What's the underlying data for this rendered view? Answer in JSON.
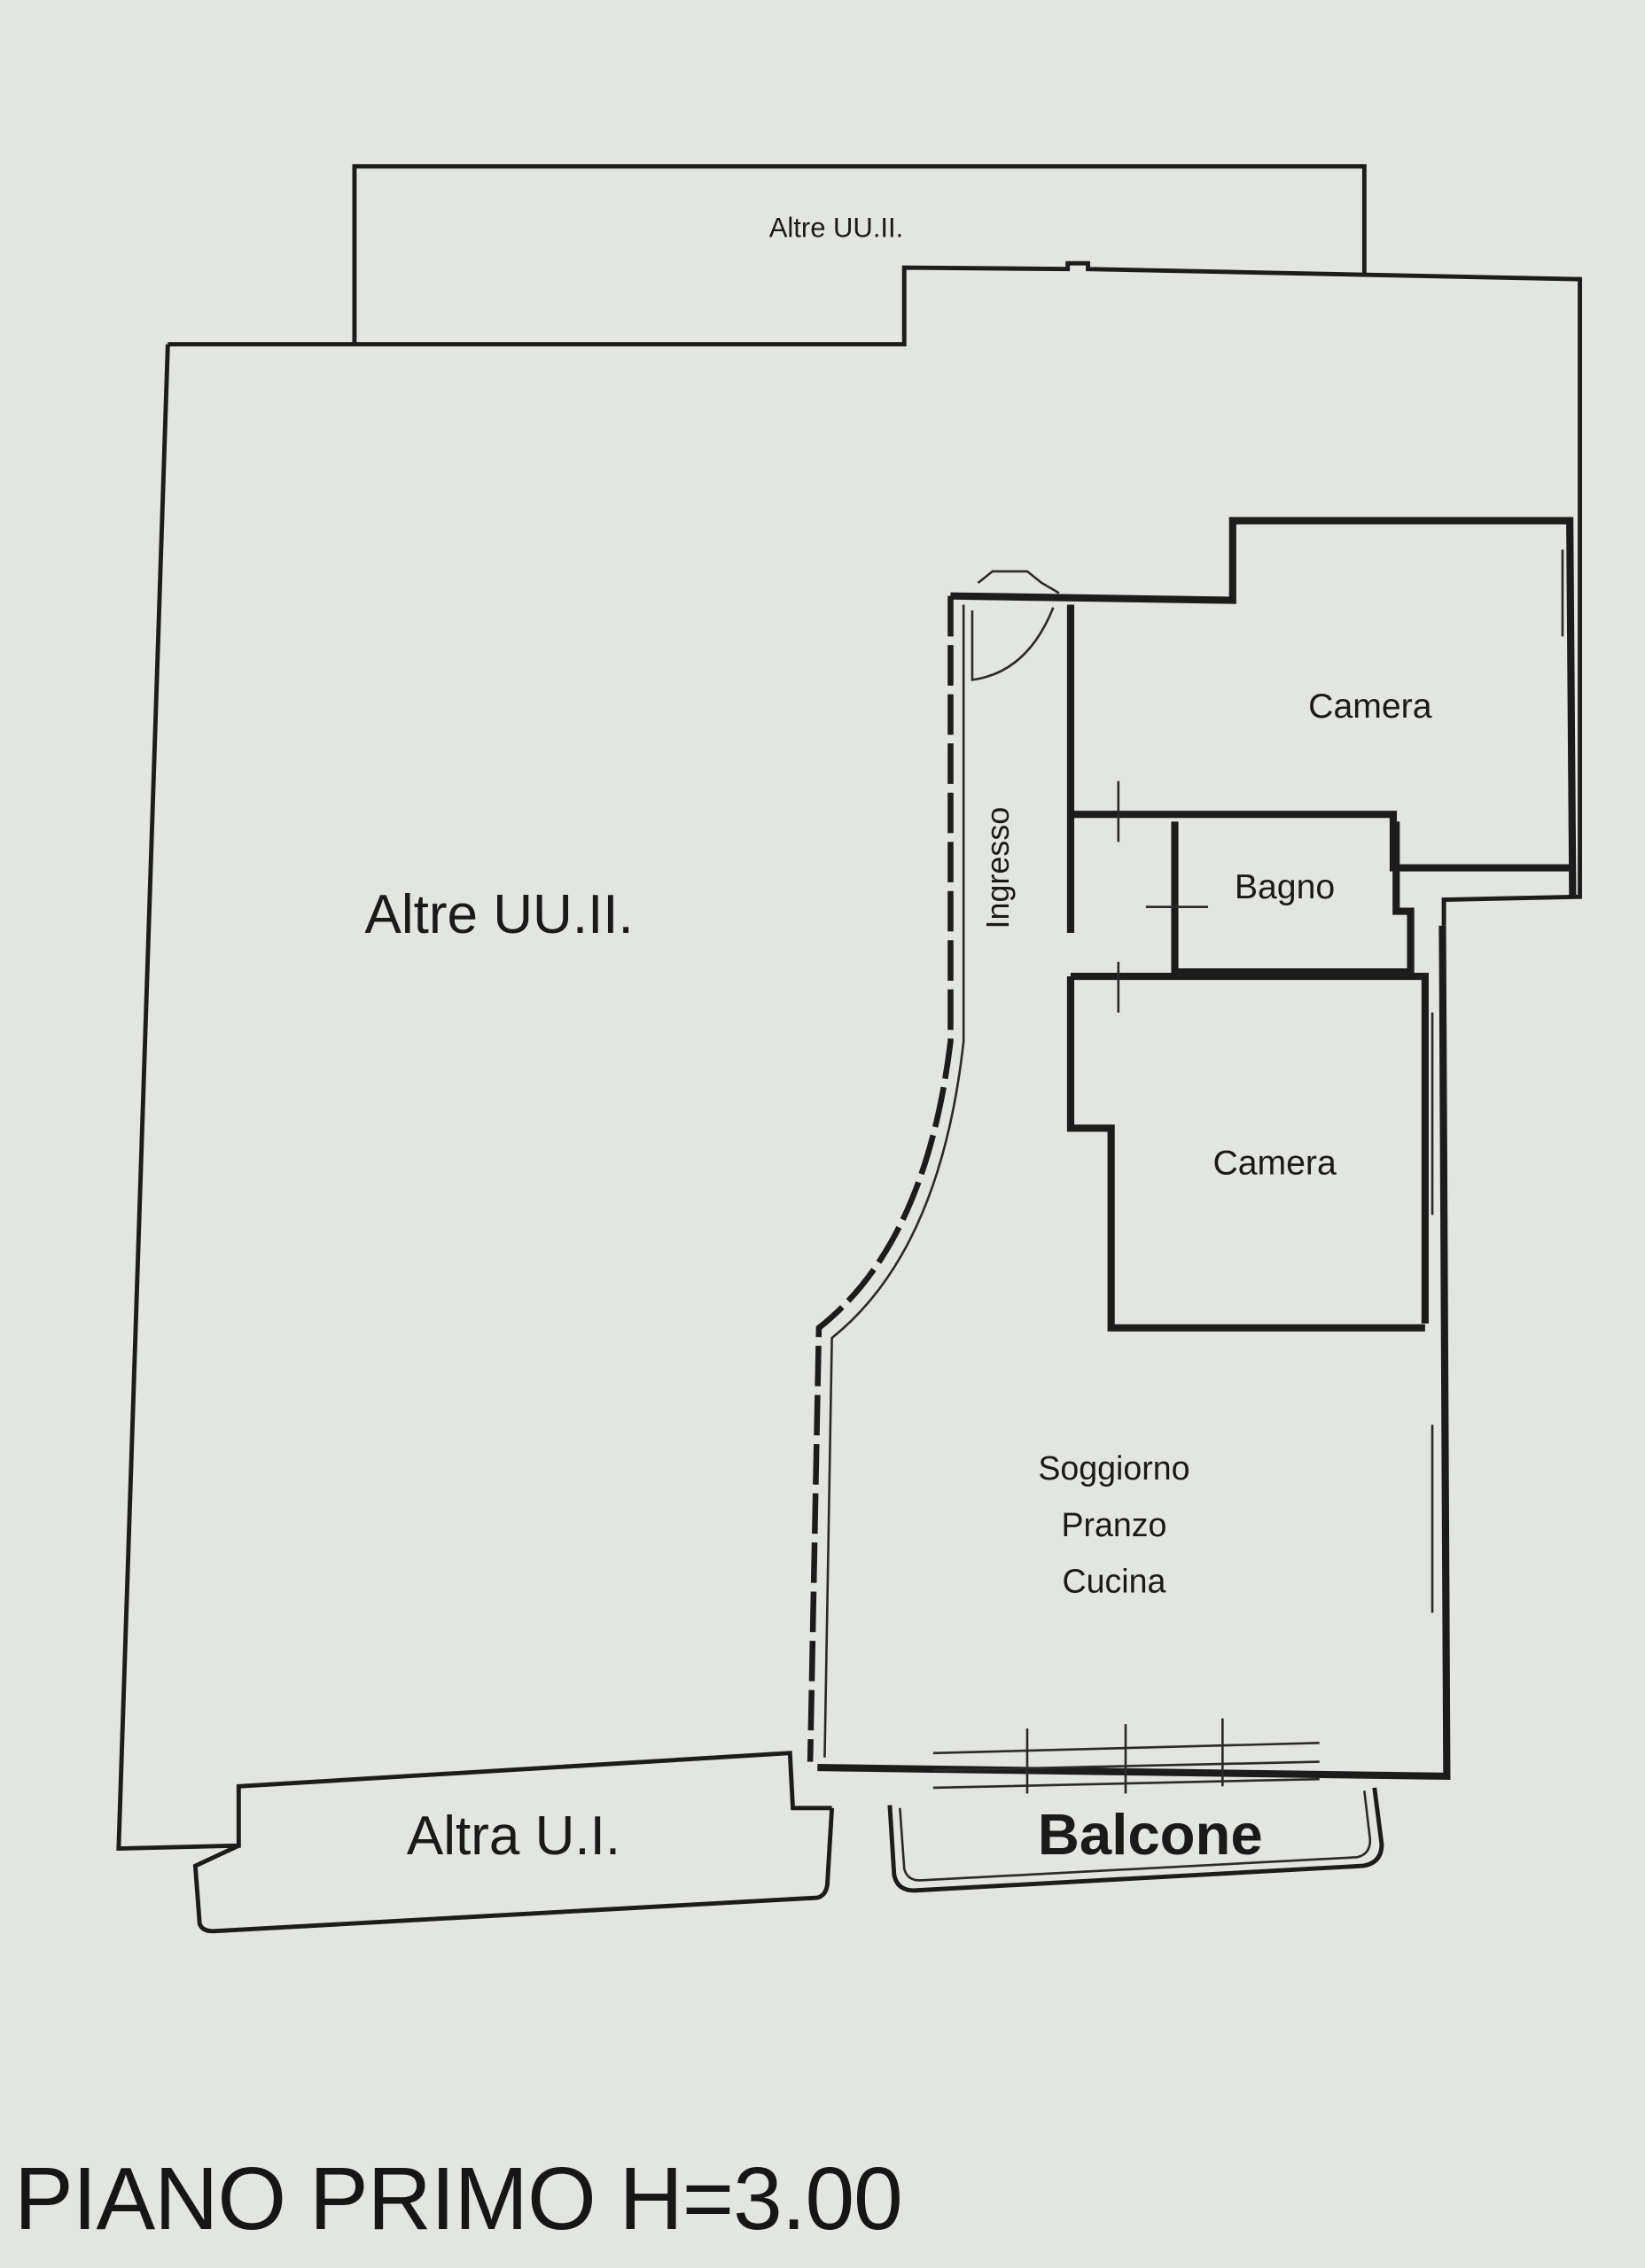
{
  "plan": {
    "rooms": {
      "altre_top": "Altre UU.II.",
      "altre_main": "Altre UU.II.",
      "camera_1": "Camera",
      "bagno": "Bagno",
      "camera_2": "Camera",
      "ingresso": "Ingresso",
      "soggiorno_1": "Soggiorno",
      "soggiorno_2": "Pranzo",
      "soggiorno_3": "Cucina",
      "altra_ui": "Altra U.I.",
      "balcone": "Balcone"
    },
    "title": "PIANO PRIMO H=3.00"
  }
}
